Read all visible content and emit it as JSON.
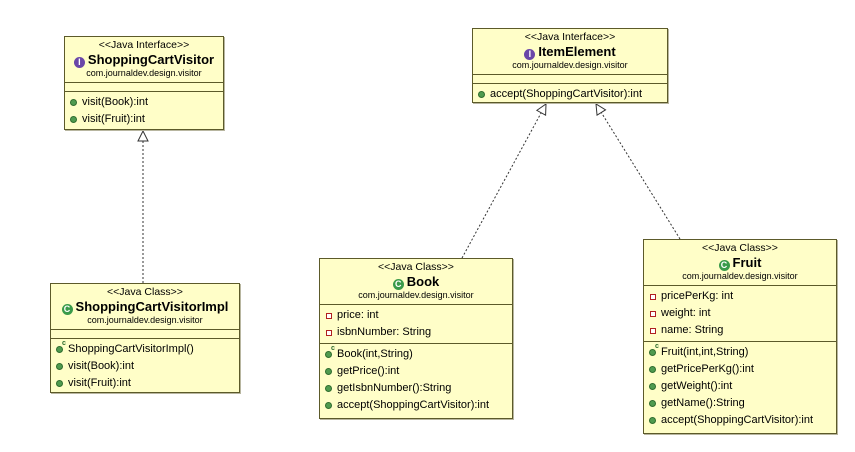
{
  "boxes": {
    "shopping_cart_visitor": {
      "stereotype": "<<Java Interface>>",
      "badge": "I",
      "name": "ShoppingCartVisitor",
      "package": "com.journaldev.design.visitor",
      "attributes": [],
      "operations": [
        "visit(Book):int",
        "visit(Fruit):int"
      ]
    },
    "item_element": {
      "stereotype": "<<Java Interface>>",
      "badge": "I",
      "name": "ItemElement",
      "package": "com.journaldev.design.visitor",
      "attributes": [],
      "operations": [
        "accept(ShoppingCartVisitor):int"
      ]
    },
    "shopping_cart_visitor_impl": {
      "stereotype": "<<Java Class>>",
      "badge": "C",
      "name": "ShoppingCartVisitorImpl",
      "package": "com.journaldev.design.visitor",
      "attributes": [],
      "operations": [
        "ShoppingCartVisitorImpl()",
        "visit(Book):int",
        "visit(Fruit):int"
      ]
    },
    "book": {
      "stereotype": "<<Java Class>>",
      "badge": "C",
      "name": "Book",
      "package": "com.journaldev.design.visitor",
      "attributes": [
        "price: int",
        "isbnNumber: String"
      ],
      "operations": [
        "Book(int,String)",
        "getPrice():int",
        "getIsbnNumber():String",
        "accept(ShoppingCartVisitor):int"
      ]
    },
    "fruit": {
      "stereotype": "<<Java Class>>",
      "badge": "C",
      "name": "Fruit",
      "package": "com.journaldev.design.visitor",
      "attributes": [
        "pricePerKg: int",
        "weight: int",
        "name: String"
      ],
      "operations": [
        "Fruit(int,int,String)",
        "getPricePerKg():int",
        "getWeight():int",
        "getName():String",
        "accept(ShoppingCartVisitor):int"
      ]
    }
  },
  "relations": [
    {
      "from": "shopping_cart_visitor_impl",
      "to": "shopping_cart_visitor",
      "kind": "realization"
    },
    {
      "from": "book",
      "to": "item_element",
      "kind": "realization"
    },
    {
      "from": "fruit",
      "to": "item_element",
      "kind": "realization"
    }
  ],
  "colors": {
    "box_fill": "#fffec8",
    "box_border": "#5c5a2a",
    "interface_badge": "#6a46a8",
    "class_badge": "#3a9a4a",
    "public_member": "#4f9b4f",
    "private_member": "#b02020"
  }
}
